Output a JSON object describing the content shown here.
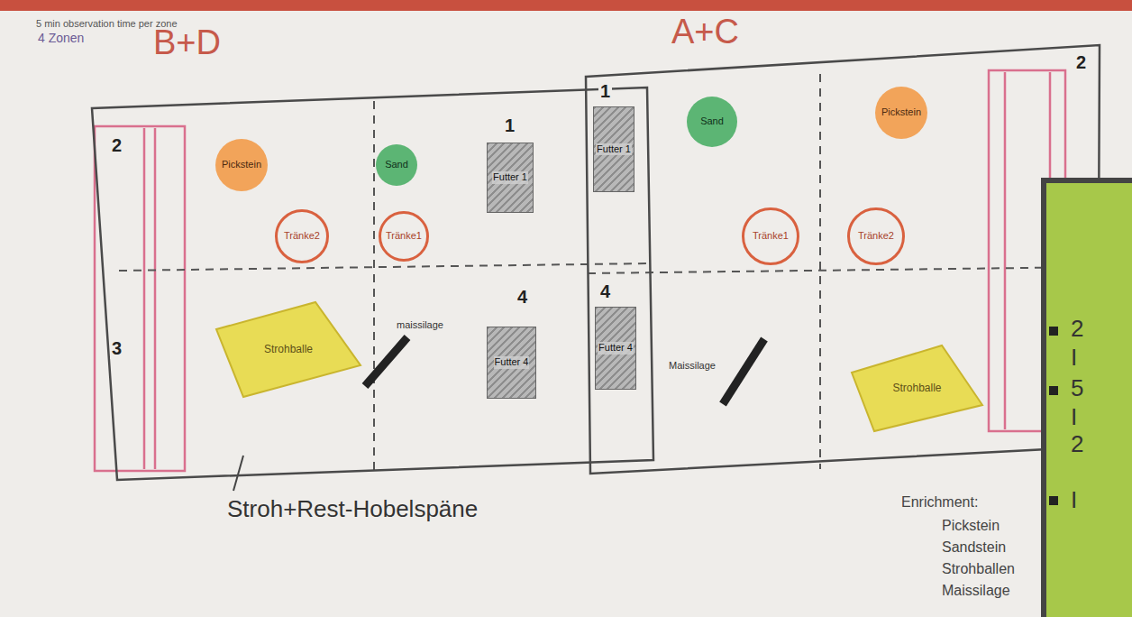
{
  "diagram": {
    "nodes": [
      {
        "text": [
          "B+D"
        ]
      },
      {
        "text": [
          "Pickstein"
        ],
        "in": 0
      },
      {
        "text": [
          "Sand"
        ],
        "in": 0
      },
      {
        "text": [
          "Futter 1"
        ],
        "in": 0
      },
      {
        "text": [
          "Tränke2"
        ],
        "in": 0
      },
      {
        "text": [
          "Tränke1"
        ],
        "in": 0
      },
      {
        "text": [
          "Strohballe"
        ],
        "in": 0
      },
      {
        "text": [
          "Futter 4"
        ],
        "in": 0
      },
      {
        "text": [
          "A+C"
        ]
      },
      {
        "text": [
          "Futter 1"
        ],
        "in": 8
      },
      {
        "text": [
          "Sand"
        ],
        "in": 8
      },
      {
        "text": [
          "Pickstein"
        ],
        "in": 8
      },
      {
        "text": [
          "Tränke1"
        ],
        "in": 8
      },
      {
        "text": [
          "Tränke2"
        ],
        "in": 8
      },
      {
        "text": [
          "Futter 4"
        ],
        "in": 8
      },
      {
        "text": [
          "Strohballe"
        ],
        "in": 8
      }
    ],
    "labels": [
      "5 min observation time per zone",
      "4 Zonen",
      "2",
      "1",
      "3",
      "4",
      "maissilage",
      "1",
      "2",
      "4",
      "Maissilage",
      "Stroh+Rest-Hobelspäne",
      "Enrichment:",
      "Pickstein",
      "Sandstein",
      "Strohballen",
      "Maissilage",
      "2",
      "I",
      "5",
      "I",
      "2",
      "I"
    ]
  }
}
